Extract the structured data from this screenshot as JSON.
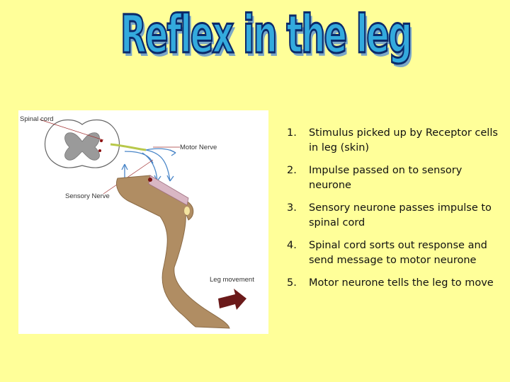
{
  "title": "Reflex in the leg",
  "diagram": {
    "labels": {
      "spinal_cord": "Spinal cord",
      "motor_nerve": "Motor Nerve",
      "sensory_nerve": "Sensory Nerve",
      "leg_movement": "Leg movement"
    }
  },
  "steps": [
    {
      "num": "1.",
      "text": "Stimulus picked up by Receptor cells in leg (skin)"
    },
    {
      "num": "2.",
      "text": "Impulse passed on to sensory neurone"
    },
    {
      "num": "3.",
      "text": "Sensory neurone passes impulse to spinal cord"
    },
    {
      "num": "4.",
      "text": "Spinal cord sorts out response and send message to motor neurone"
    },
    {
      "num": "5.",
      "text": "Motor neurone tells the leg to move"
    }
  ],
  "colors": {
    "background": "#ffff99",
    "title_fill": "#33aadd",
    "title_outline": "#0b2a6a",
    "leg": "#b08d63",
    "arrow": "#6b1a1a",
    "nerve": "#4a86c8"
  }
}
